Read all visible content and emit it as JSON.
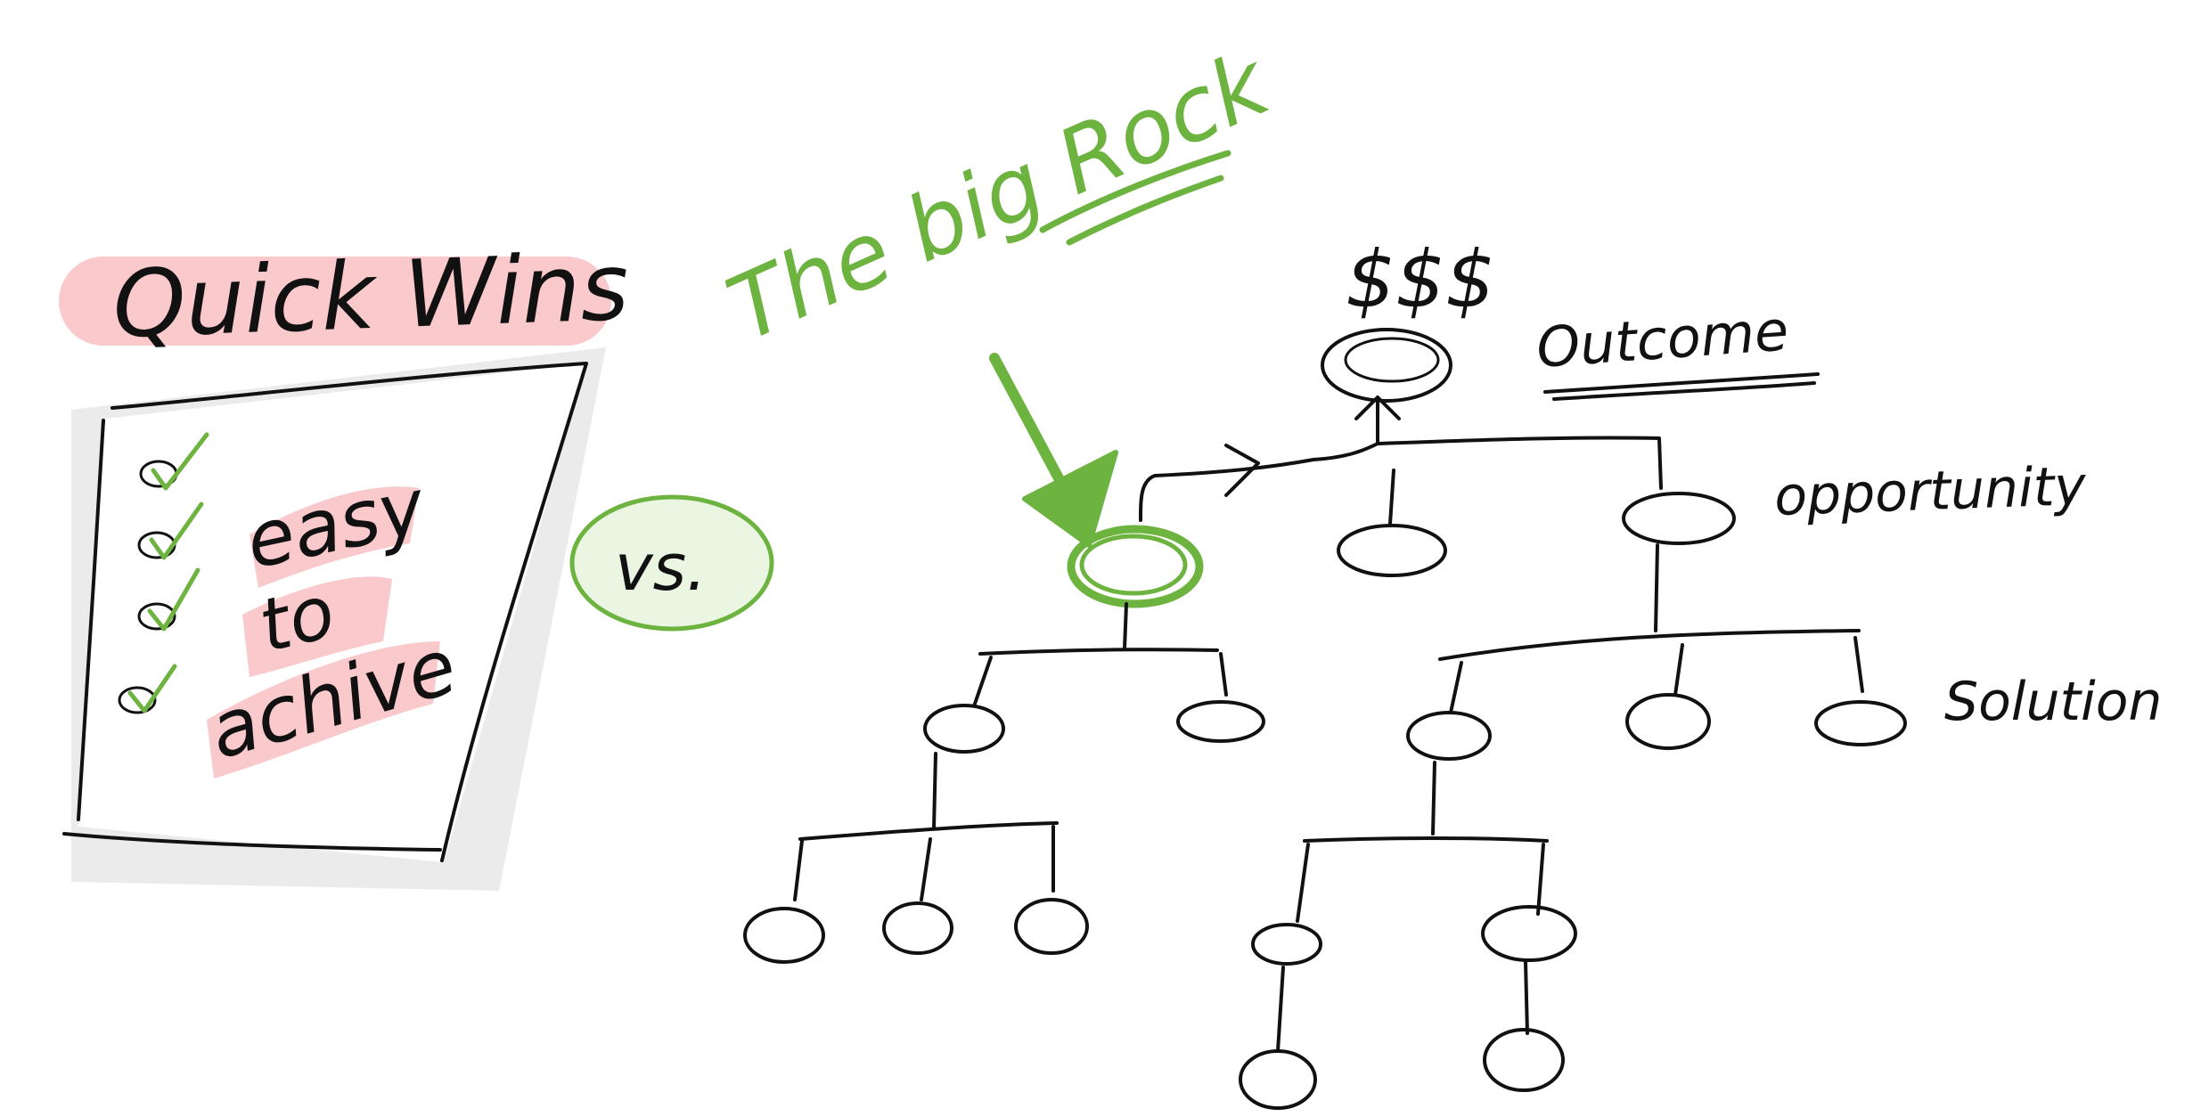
{
  "colors": {
    "ink": "#111111",
    "accent_green": "#6db33f",
    "vs_fill": "#eaf5e2",
    "highlight_pink": "#f9c9cc",
    "paper_shadow": "#e4e4e4"
  },
  "quick_wins": {
    "title": "Quick Wins",
    "lines": [
      "easy",
      "to",
      "achive"
    ],
    "checklist_count": 4
  },
  "versus": {
    "label": "vs."
  },
  "big_rock": {
    "label": "The big Rock"
  },
  "tree": {
    "root_label": "$$$",
    "levels": [
      "Outcome",
      "opportunity",
      "Solution"
    ]
  }
}
